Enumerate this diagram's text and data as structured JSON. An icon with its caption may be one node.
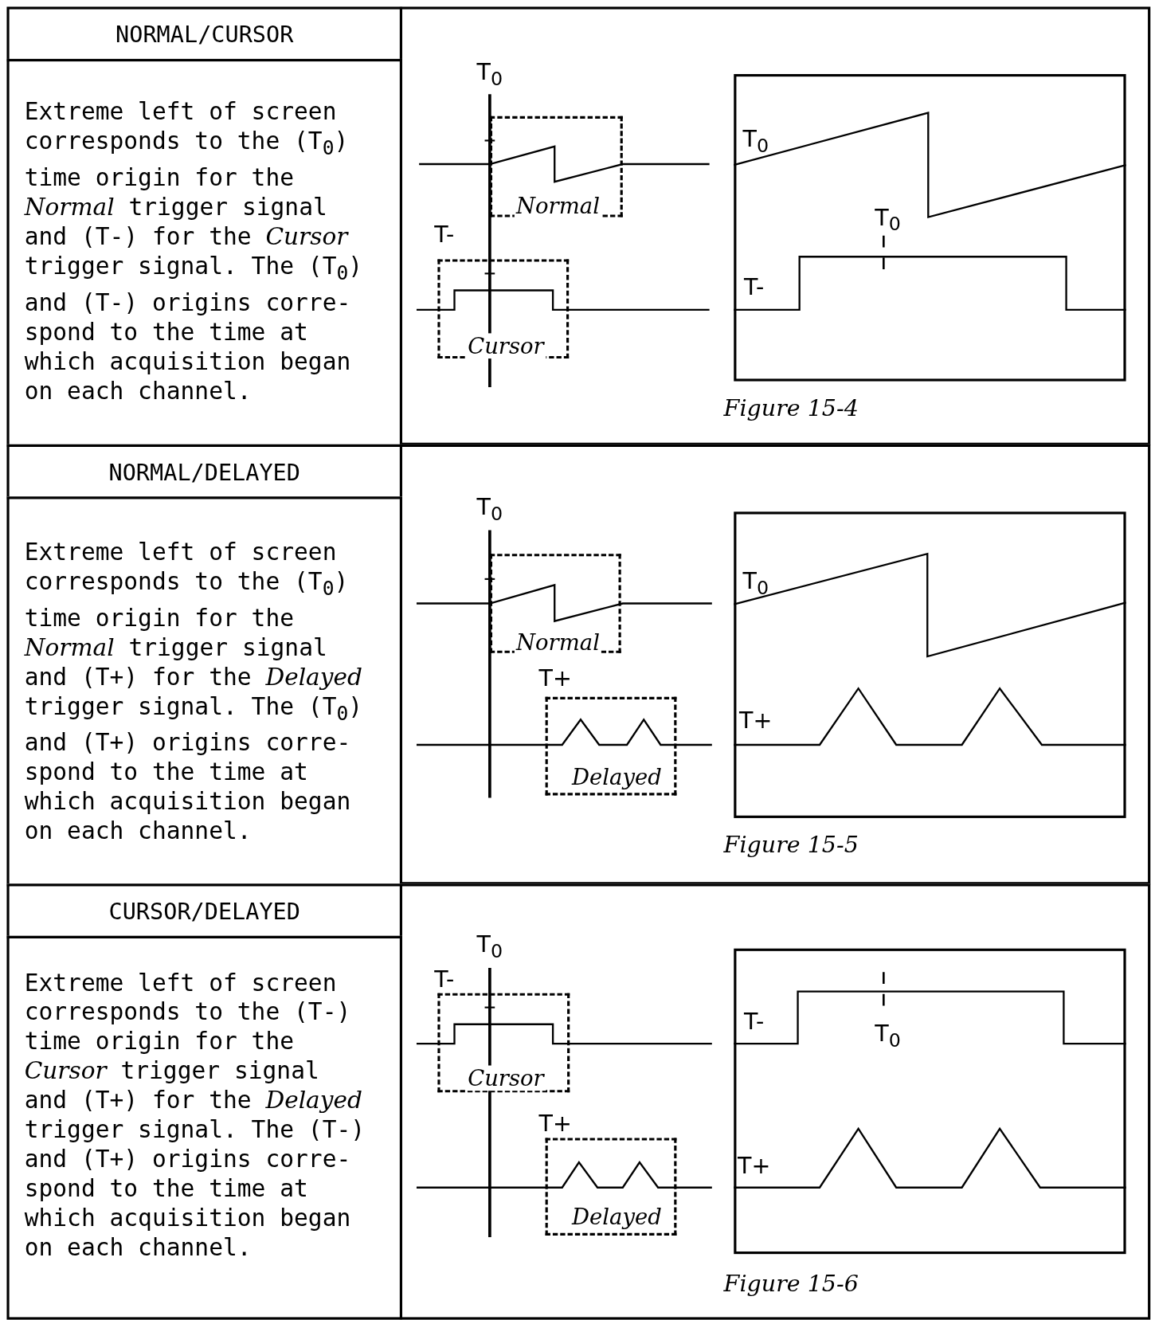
{
  "diagram": {
    "nodes": [
      {
        "text": [
          "NORMAL/CURSOR"
        ]
      },
      {
        "text": [
          "Extreme left of screen corresponds to the (T$_{0}$) time origin for the *Normal* trigger signal and (T-) for the *Cursor* trigger signal. The (T$_{0}$) and (T-) origins corre- spond to the time at which acquisition began on each channel."
        ]
      },
      {
        "text": [
          "Normal"
        ]
      },
      {
        "text": [
          "Cursor"
        ]
      },
      {
        "text": [
          "T$_{0}$",
          "T$_{0}$",
          "T-"
        ],
        "beside": [
          "Figure 15-4"
        ]
      },
      {
        "text": [
          "NORMAL/DELAYED"
        ]
      },
      {
        "text": [
          "Extreme left of screen corresponds to the (T$_{0}$) time origin for the *Normal* trigger signal and (T+) for the *Delayed* trigger signal. The (T$_{0}$) and (T+) origins corre- spond to the time at which acquisition began on each channel."
        ]
      },
      {
        "text": [
          "Normal"
        ]
      },
      {
        "text": [
          "Delayed"
        ]
      },
      {
        "text": [
          "T$_{0}$",
          "T+"
        ],
        "beside": [
          "Figure 15-5"
        ]
      },
      {
        "text": [
          "CURSOR/DELAYED"
        ]
      },
      {
        "text": [
          "Extreme left of screen corresponds to the (T-) time origin for the *Cursor* trigger signal and (T+) for the *Delayed* trigger signal. The (T-) and (T+) origins corre- spond to the time at which acquisition began on each channel."
        ]
      },
      {
        "text": [
          "Cursor"
        ]
      },
      {
        "text": [
          "Delayed"
        ]
      },
      {
        "text": [
          "T-",
          "T$_{0}$",
          "T+"
        ],
        "beside": [
          "Figure 15-6"
        ]
      }
    ],
    "labels": [
      "T$_{0}$",
      "T-",
      "T$_{0}$",
      "T+",
      "T$_{0}$",
      "T-",
      "T+"
    ]
  }
}
